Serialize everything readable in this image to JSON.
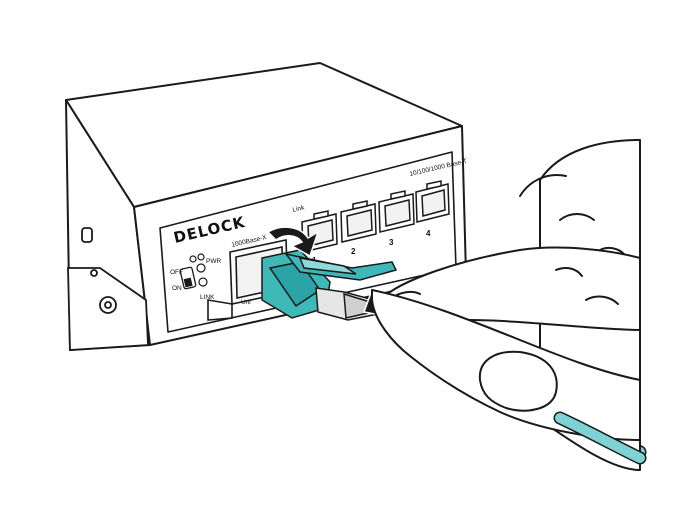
{
  "device": {
    "brand": "DELOCK",
    "sfp_port_label": "1000Base-X",
    "sfp_unlock_label": "Unl",
    "rj45_group_label": "10/100/1000 Base-T",
    "link_label": "Link",
    "port_numbers": [
      "1",
      "2",
      "3",
      "4"
    ],
    "switch_off_label": "OFF",
    "switch_on_label": "ON",
    "led_pwr_label": "PWR",
    "led_link_label": "LINK"
  },
  "colors": {
    "line": "#1a1a1a",
    "housing": "#ffffff",
    "connector": "#3fb8b8",
    "connector_dark": "#1f8f92",
    "cable": "#7fd2d4",
    "ferrule": "#d9d9d9"
  }
}
